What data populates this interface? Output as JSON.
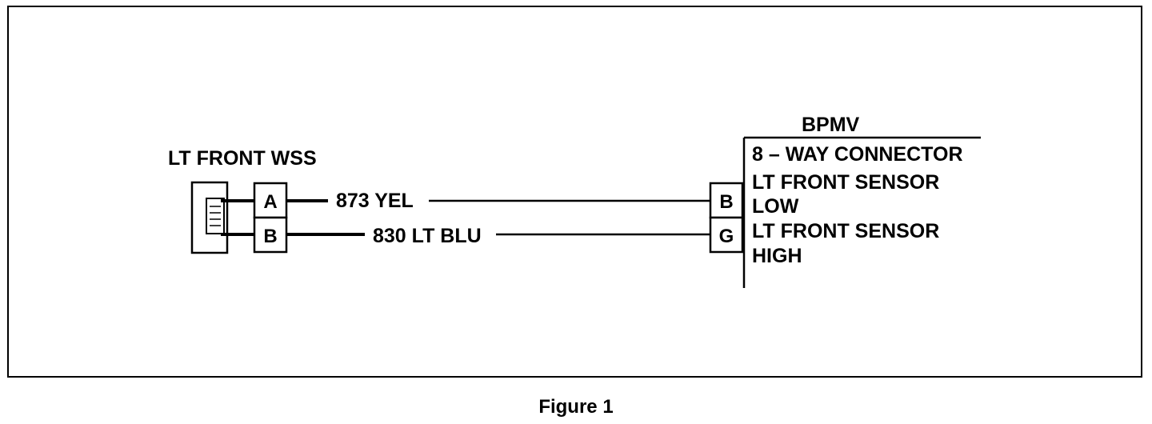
{
  "wss": {
    "title": "LT FRONT WSS",
    "pins": [
      "A",
      "B"
    ]
  },
  "wires": [
    {
      "label": "873 YEL"
    },
    {
      "label": "830 LT BLU"
    }
  ],
  "bpmv": {
    "title": "BPMV",
    "connector": "8 – WAY CONNECTOR",
    "pins": [
      "B",
      "G"
    ],
    "circuits": [
      {
        "line1": "LT FRONT SENSOR",
        "line2": "LOW"
      },
      {
        "line1": "LT FRONT SENSOR",
        "line2": "HIGH"
      }
    ]
  },
  "caption": "Figure 1"
}
